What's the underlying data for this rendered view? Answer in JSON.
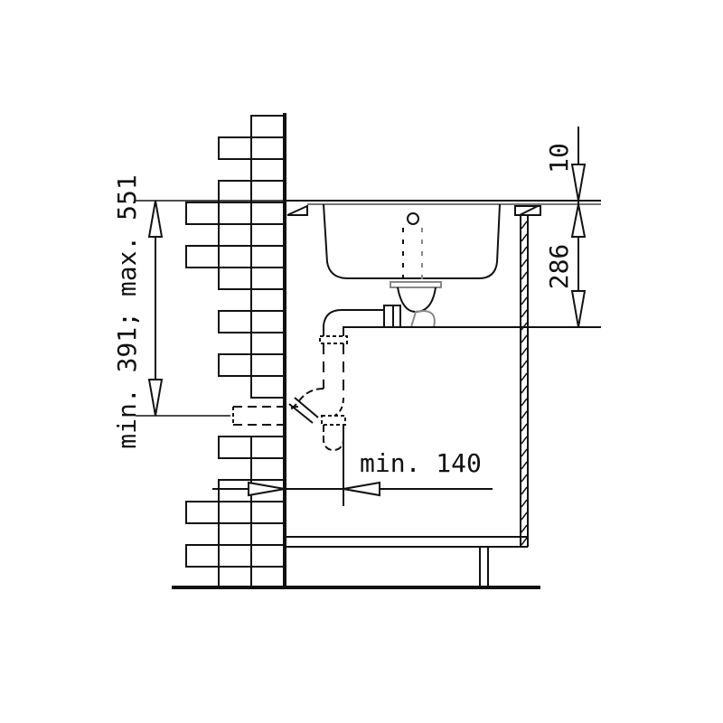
{
  "diagram": {
    "title": "Sink installation dimensions",
    "dimensions": {
      "countertop_thickness": "10",
      "bowl_depth": "286",
      "drain_height": "min. 391; max. 551",
      "wall_distance": "min. 140"
    },
    "colors": {
      "line": "#111111",
      "background": "#ffffff",
      "brick_fill": "#ffffff"
    }
  }
}
